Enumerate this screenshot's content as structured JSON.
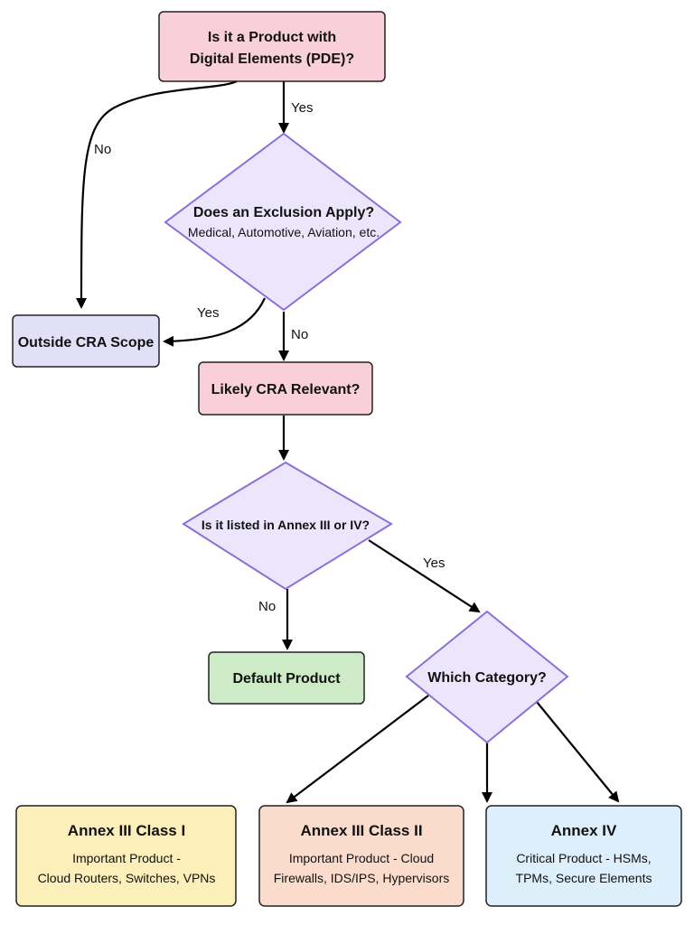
{
  "nodes": {
    "pde": {
      "line1": "Is it a Product with",
      "line2": "Digital Elements (PDE)?"
    },
    "exclusion": {
      "title": "Does an Exclusion Apply?",
      "sub": "Medical, Automotive, Aviation, etc."
    },
    "outside": {
      "label": "Outside CRA Scope"
    },
    "relevant": {
      "label": "Likely CRA Relevant?"
    },
    "annex": {
      "label": "Is it listed in Annex III or IV?"
    },
    "default": {
      "label": "Default Product"
    },
    "category": {
      "label": "Which Category?"
    },
    "class1": {
      "title": "Annex III Class I",
      "line1": "Important Product -",
      "line2": "Cloud Routers, Switches, VPNs"
    },
    "class2": {
      "title": "Annex III Class II",
      "line1": "Important Product - Cloud",
      "line2": "Firewalls, IDS/IPS, Hypervisors"
    },
    "annex4": {
      "title": "Annex IV",
      "line1": "Critical Product - HSMs,",
      "line2": "TPMs, Secure Elements"
    }
  },
  "edges": {
    "pde_no": "No",
    "pde_yes": "Yes",
    "excl_yes": "Yes",
    "excl_no": "No",
    "annex_no": "No",
    "annex_yes": "Yes"
  },
  "colors": {
    "pink_fill": "#f9d0d9",
    "purple_fill": "#ece6fc",
    "lavender_fill": "#e2e0f6",
    "green_fill": "#ccebc6",
    "yellow_fill": "#fcefb9",
    "peach_fill": "#fbdccc",
    "blue_fill": "#ddeffb"
  }
}
